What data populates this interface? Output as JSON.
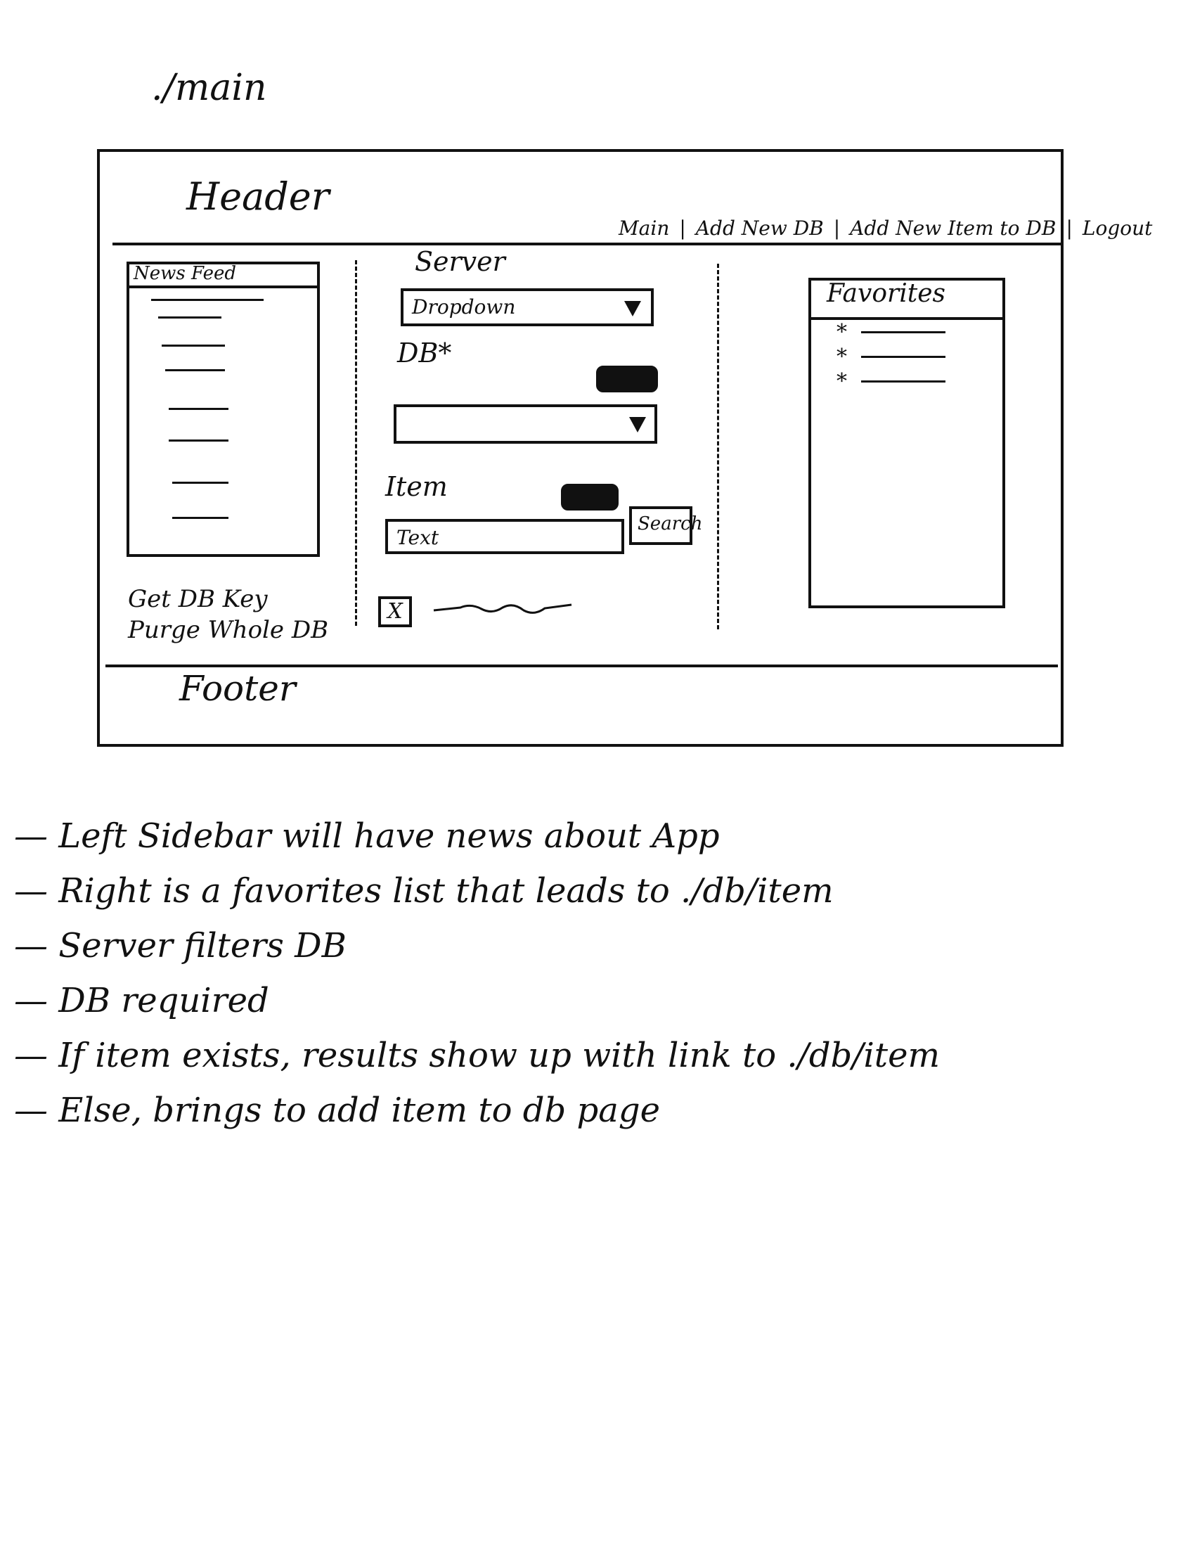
{
  "page": {
    "path_label": "./main"
  },
  "header": {
    "label": "Header",
    "nav": [
      "Main",
      "Add New DB",
      "Add New Item to DB",
      "Logout"
    ],
    "separator": "|"
  },
  "news_feed": {
    "title": "News Feed",
    "line_count": 8
  },
  "left_actions": [
    "Get DB Key",
    "Purge Whole DB"
  ],
  "form": {
    "server": {
      "label": "Server",
      "value": "Dropdown"
    },
    "db": {
      "label": "DB*",
      "value": ""
    },
    "item": {
      "label": "Item",
      "placeholder": "Text",
      "search_label": "Search"
    },
    "checkbox_mark": "X"
  },
  "favorites": {
    "title": "Favorites",
    "star": "*",
    "items_count": 3
  },
  "footer": {
    "label": "Footer"
  },
  "notes": [
    "— Left Sidebar will have news about App",
    "— Right is a favorites list that leads to ./db/item",
    "— Server filters DB",
    "— DB required",
    "— If item exists, results show up with link to ./db/item",
    "— Else, brings to add item to db page"
  ]
}
